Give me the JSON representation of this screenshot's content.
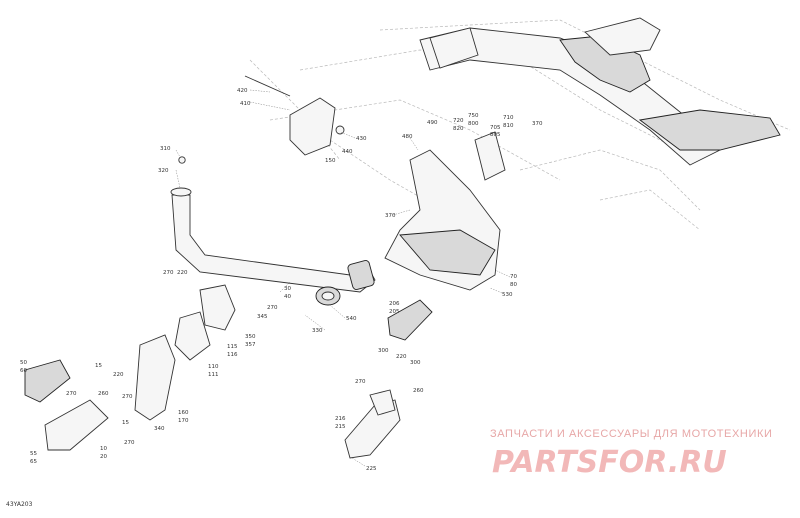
{
  "diagram_code": "43YA203",
  "watermark": {
    "title": "ЗАПЧАСТИ И АКСЕССУАРЫ ДЛЯ МОТОТЕХНИКИ",
    "brand": "PARTSFOR.RU"
  },
  "labels": {
    "l420": "420",
    "l410": "410",
    "l430": "430",
    "l440": "440",
    "l150": "150",
    "l310": "310",
    "l320": "320",
    "l490": "490",
    "l480": "480",
    "l720": "720",
    "l820": "820",
    "l750": "750",
    "l800": "800",
    "l705": "705",
    "l805": "805",
    "l710": "710",
    "l810": "810",
    "l370a": "370",
    "l370b": "370",
    "l70": "70",
    "l80": "80",
    "l530": "530",
    "l270a": "270",
    "l220a": "220",
    "l270b": "270",
    "l30": "30",
    "l40": "40",
    "l345": "345",
    "l350": "350",
    "l357": "357",
    "l330": "330",
    "l540": "540",
    "l206": "206",
    "l205": "205",
    "l115": "115",
    "l116": "116",
    "l110": "110",
    "l111": "111",
    "l50": "50",
    "l60": "60",
    "l15": "15",
    "l220b": "220",
    "l270c": "270",
    "l260": "260",
    "l270d": "270",
    "l15b": "15",
    "l340": "340",
    "l160": "160",
    "l170": "170",
    "l10": "10",
    "l20": "20",
    "l270e": "270",
    "l55": "55",
    "l65": "65",
    "l300a": "300",
    "l220c": "220",
    "l300b": "300",
    "l270f": "270",
    "l260b": "260",
    "l216": "216",
    "l215": "215",
    "l225": "225"
  }
}
